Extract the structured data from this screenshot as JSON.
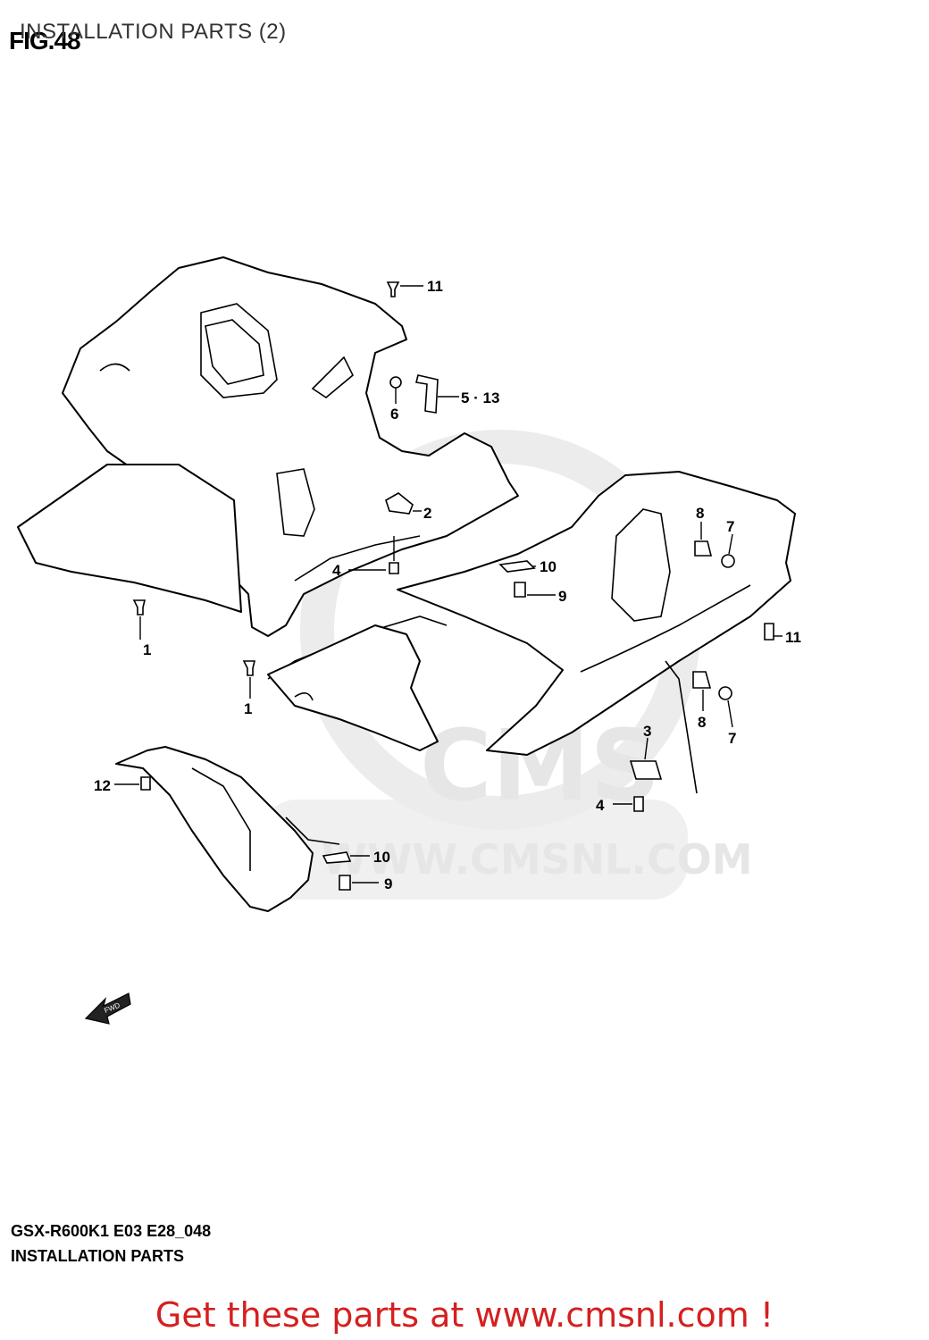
{
  "header": {
    "fig_label": "FIG.48",
    "title": "INSTALLATION PARTS (2)"
  },
  "watermark": {
    "logo_text": "CMS",
    "url_text": "WWW.CMSNL.COM"
  },
  "direction_arrow": {
    "text": "FWD"
  },
  "callouts": [
    {
      "id": "c11a",
      "text": "11"
    },
    {
      "id": "c513",
      "text": "5 · 13"
    },
    {
      "id": "c6",
      "text": "6"
    },
    {
      "id": "c2",
      "text": "2"
    },
    {
      "id": "c4a",
      "text": "4"
    },
    {
      "id": "c1a",
      "text": "1"
    },
    {
      "id": "c1b",
      "text": "1"
    },
    {
      "id": "c8a",
      "text": "8"
    },
    {
      "id": "c7a",
      "text": "7"
    },
    {
      "id": "c10a",
      "text": "10"
    },
    {
      "id": "c9a",
      "text": "9"
    },
    {
      "id": "c11b",
      "text": "11"
    },
    {
      "id": "c8b",
      "text": "8"
    },
    {
      "id": "c7b",
      "text": "7"
    },
    {
      "id": "c3",
      "text": "3"
    },
    {
      "id": "c4b",
      "text": "4"
    },
    {
      "id": "c12",
      "text": "12"
    },
    {
      "id": "c10b",
      "text": "10"
    },
    {
      "id": "c9b",
      "text": "9"
    }
  ],
  "footer": {
    "model_code": "GSX-R600K1 E03 E28_048",
    "caption": "INSTALLATION PARTS",
    "promo": "Get these parts at www.cmsnl.com !"
  }
}
